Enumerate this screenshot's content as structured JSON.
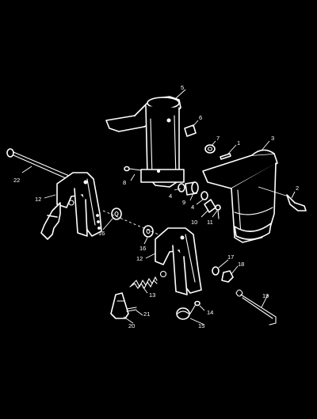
{
  "callouts": {
    "c1": "1",
    "c2": "2",
    "c3": "3",
    "c4a": "4",
    "c4b": "4",
    "c5": "5",
    "c6": "6",
    "c7": "7",
    "c8": "8",
    "c9": "9",
    "c10": "10",
    "c11": "11",
    "c12a": "12",
    "c12b": "12",
    "c13": "13",
    "c14": "14",
    "c15": "15",
    "c16a": "16",
    "c16b": "16",
    "c17": "17",
    "c18": "18",
    "c19": "19",
    "c20": "20",
    "c21": "21",
    "c22": "22"
  },
  "colors": {
    "background": "#000000",
    "line": "#ffffff"
  }
}
